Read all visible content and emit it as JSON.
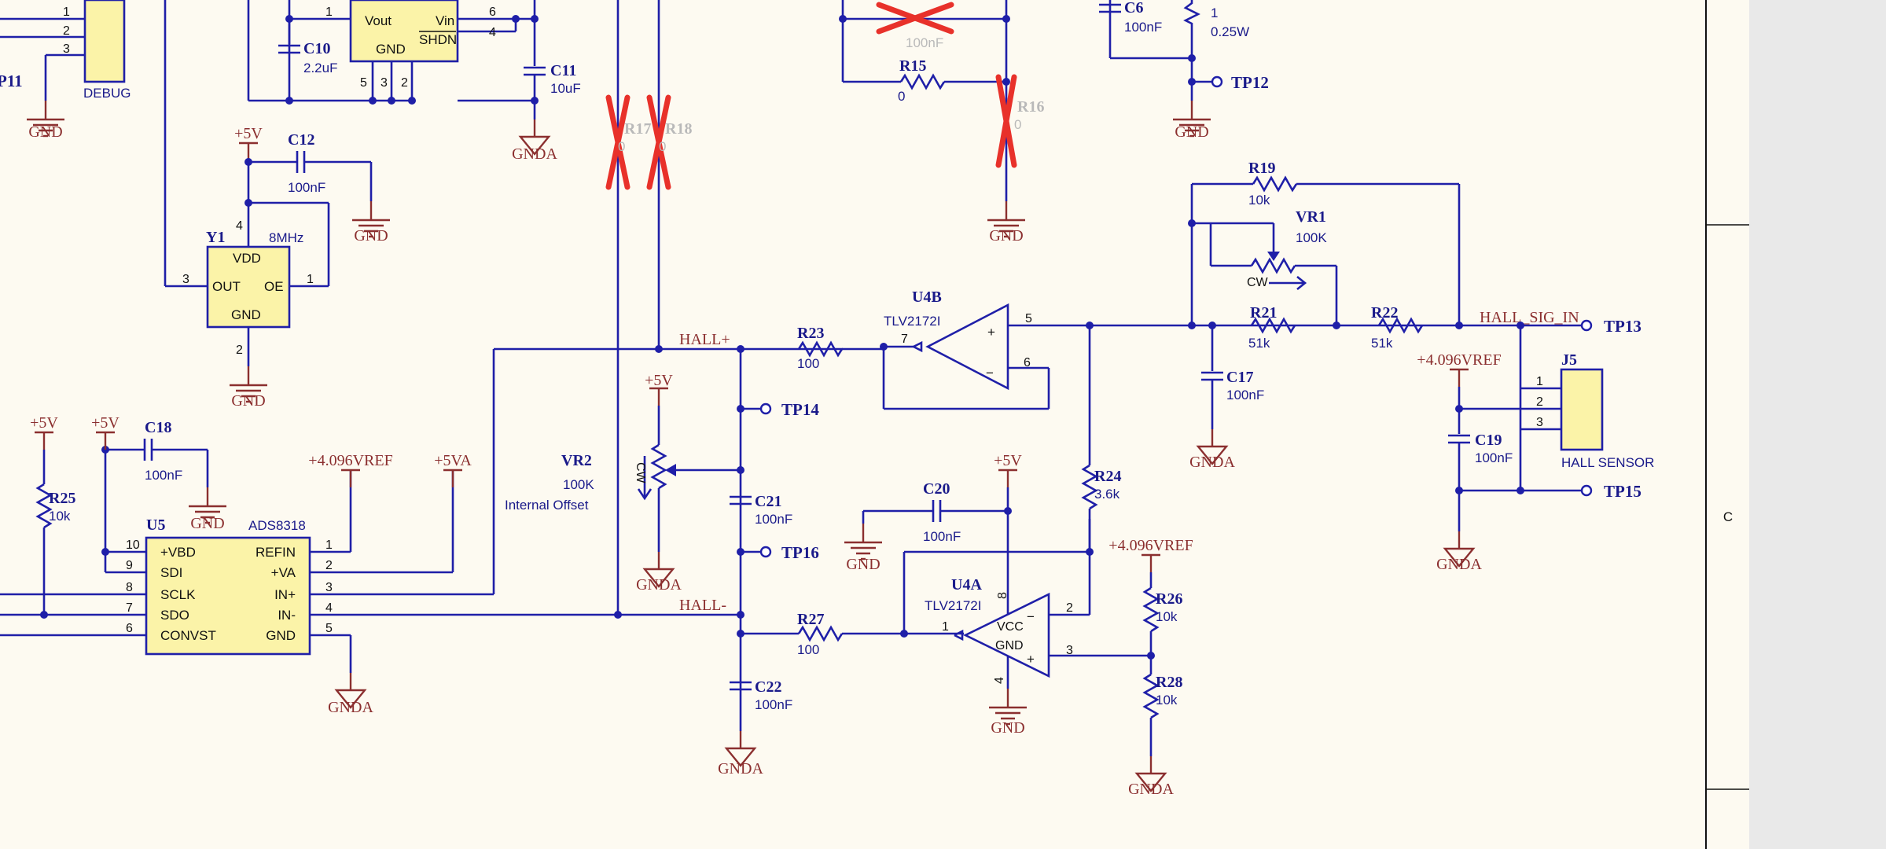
{
  "sheet": {
    "zone_label": "C"
  },
  "net_labels": {
    "hall_plus": "HALL+",
    "hall_minus": "HALL-",
    "hall_sig_in": "HALL_SIG_IN",
    "gnd": "GND",
    "gnda": "GNDA",
    "plus5v": "+5V",
    "plus5va": "+5VA",
    "vref": "+4.096VREF"
  },
  "test_points": {
    "tp11": "P11",
    "tp12": "TP12",
    "tp13": "TP13",
    "tp14": "TP14",
    "tp15": "TP15",
    "tp16": "TP16"
  },
  "components": {
    "debug": {
      "label": "DEBUG",
      "pins": [
        "1",
        "2",
        "3"
      ]
    },
    "c10": {
      "designator": "C10",
      "value": "2.2uF"
    },
    "c11": {
      "designator": "C11",
      "value": "10uF"
    },
    "reg": {
      "vout": "Vout",
      "vin": "Vin",
      "gnd": "GND",
      "shdn": "SHDN",
      "pins": [
        "1",
        "6",
        "4",
        "5",
        "3",
        "2"
      ]
    },
    "c6": {
      "designator": "C6",
      "value": "100nF"
    },
    "r_top": {
      "value1": "1",
      "value2": "0.25W"
    },
    "c_removed": {
      "value": "100nF"
    },
    "r15": {
      "designator": "R15",
      "value": "0"
    },
    "r16": {
      "designator": "R16",
      "value": "0"
    },
    "r17": {
      "designator": "R17",
      "value": "0"
    },
    "r18": {
      "designator": "R18",
      "value": "0"
    },
    "c12": {
      "designator": "C12",
      "value": "100nF"
    },
    "y1": {
      "designator": "Y1",
      "value": "8MHz",
      "vdd": "VDD",
      "out": "OUT",
      "oe": "OE",
      "gnd": "GND",
      "pins": [
        "4",
        "3",
        "1",
        "2"
      ]
    },
    "r19": {
      "designator": "R19",
      "value": "10k"
    },
    "vr1": {
      "designator": "VR1",
      "value": "100K",
      "cw": "CW"
    },
    "r21": {
      "designator": "R21",
      "value": "51k"
    },
    "r22": {
      "designator": "R22",
      "value": "51k"
    },
    "c17": {
      "designator": "C17",
      "value": "100nF"
    },
    "u4b": {
      "designator": "U4B",
      "part": "TLV2172I",
      "pins": [
        "5",
        "7",
        "6"
      ],
      "plus": "+",
      "minus": "−"
    },
    "r23": {
      "designator": "R23",
      "value": "100"
    },
    "vr2": {
      "designator": "VR2",
      "value": "100K",
      "desc": "Internal Offset",
      "cw": "CW"
    },
    "c21": {
      "designator": "C21",
      "value": "100nF"
    },
    "c18": {
      "designator": "C18",
      "value": "100nF"
    },
    "r25": {
      "designator": "R25",
      "value": "10k"
    },
    "u5": {
      "designator": "U5",
      "part": "ADS8318",
      "left_pins": [
        {
          "num": "10",
          "name": "+VBD"
        },
        {
          "num": "9",
          "name": "SDI"
        },
        {
          "num": "8",
          "name": "SCLK"
        },
        {
          "num": "7",
          "name": "SDO"
        },
        {
          "num": "6",
          "name": "CONVST"
        }
      ],
      "right_pins": [
        {
          "num": "1",
          "name": "REFIN"
        },
        {
          "num": "2",
          "name": "+VA"
        },
        {
          "num": "3",
          "name": "IN+"
        },
        {
          "num": "4",
          "name": "IN-"
        },
        {
          "num": "5",
          "name": "GND"
        }
      ]
    },
    "c20": {
      "designator": "C20",
      "value": "100nF"
    },
    "r24": {
      "designator": "R24",
      "value": "3.6k"
    },
    "u4a": {
      "designator": "U4A",
      "part": "TLV2172I",
      "vcc": "VCC",
      "gnd": "GND",
      "pins": [
        "8",
        "2",
        "1",
        "3",
        "4"
      ],
      "plus": "+",
      "minus": "−"
    },
    "r27": {
      "designator": "R27",
      "value": "100"
    },
    "c22": {
      "designator": "C22",
      "value": "100nF"
    },
    "r26": {
      "designator": "R26",
      "value": "10k"
    },
    "r28": {
      "designator": "R28",
      "value": "10k"
    },
    "j5": {
      "designator": "J5",
      "label": "HALL SENSOR",
      "pins": [
        "1",
        "2",
        "3"
      ]
    },
    "c19": {
      "designator": "C19",
      "value": "100nF"
    }
  }
}
